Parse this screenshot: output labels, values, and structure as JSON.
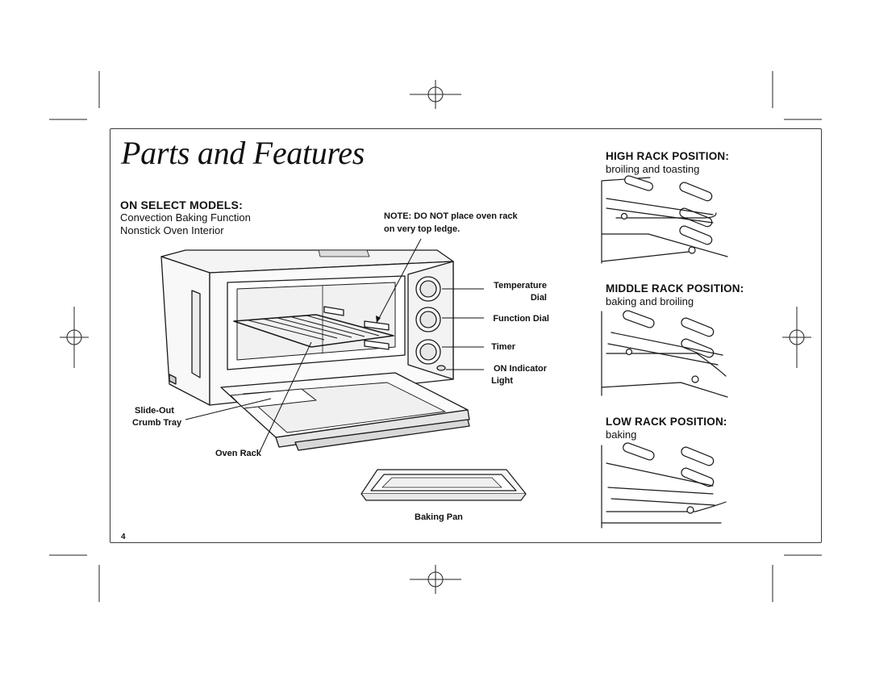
{
  "title": "Parts and Features",
  "select_models": {
    "heading": "ON SELECT MODELS:",
    "items": [
      "Convection Baking Function",
      "Nonstick Oven Interior"
    ]
  },
  "note": {
    "line1": "NOTE: DO NOT place oven rack",
    "line2": "on very top ledge."
  },
  "callouts": {
    "temperature_dial": [
      "Temperature",
      "Dial"
    ],
    "function_dial": "Function Dial",
    "timer": "Timer",
    "on_indicator_light": [
      "ON Indicator",
      "Light"
    ],
    "crumb_tray": [
      "Slide-Out",
      "Crumb Tray"
    ],
    "oven_rack": "Oven Rack",
    "baking_pan": "Baking Pan"
  },
  "rack_positions": [
    {
      "heading": "HIGH RACK POSITION:",
      "use": "broiling and toasting"
    },
    {
      "heading": "MIDDLE RACK POSITION:",
      "use": "baking and broiling"
    },
    {
      "heading": "LOW RACK POSITION:",
      "use": "baking"
    }
  ],
  "page_number": "4"
}
